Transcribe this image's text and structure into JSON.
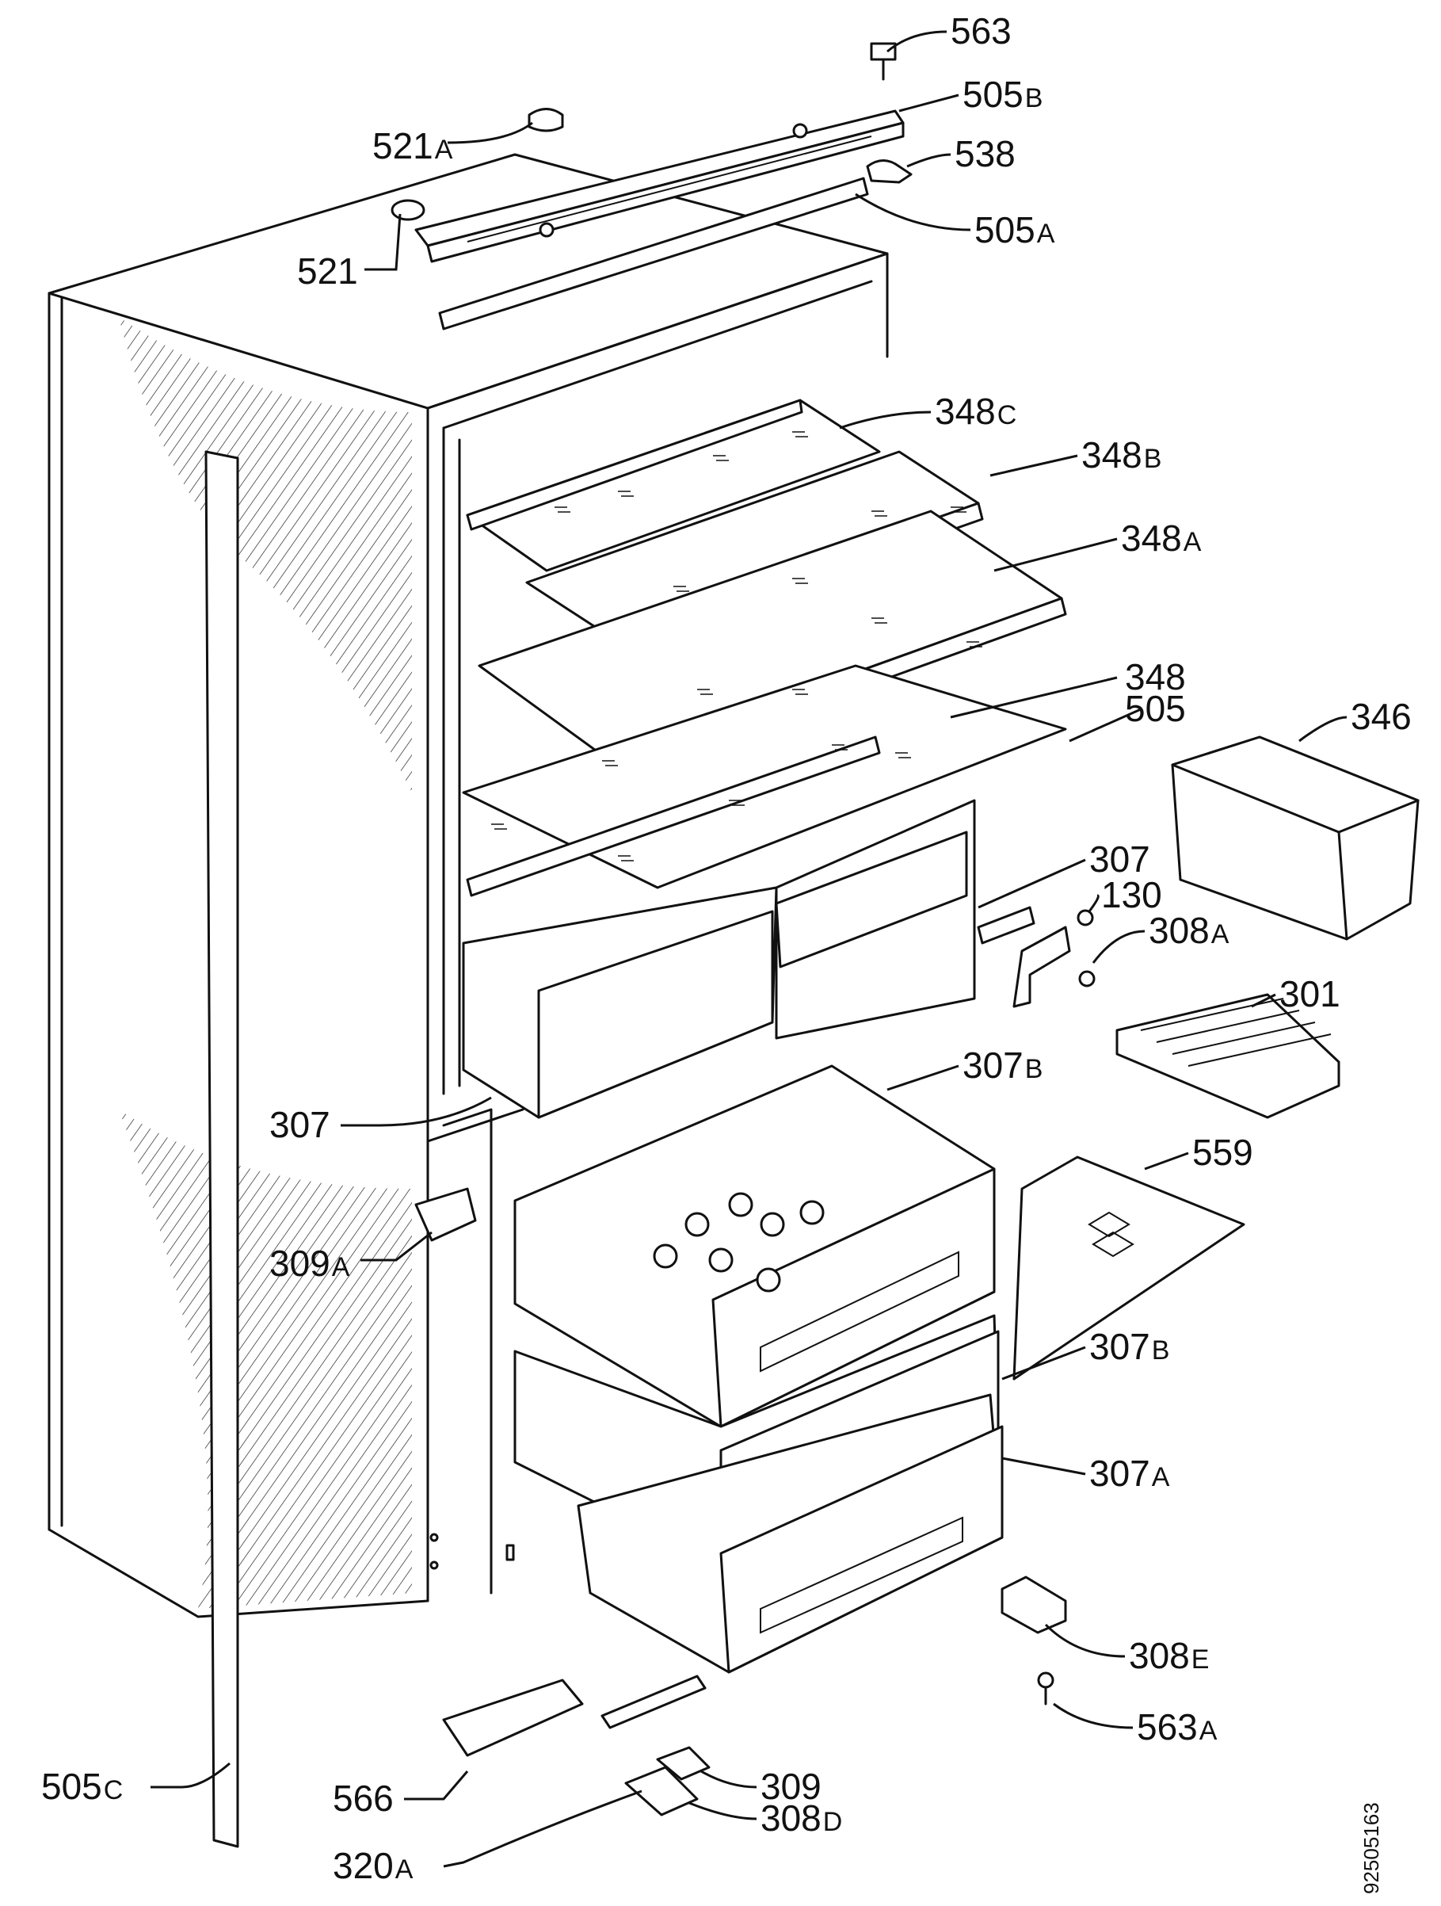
{
  "labels": [
    {
      "id": "563",
      "num": "563",
      "suffix": ""
    },
    {
      "id": "505B",
      "num": "505",
      "suffix": "B"
    },
    {
      "id": "521A",
      "num": "521",
      "suffix": "A"
    },
    {
      "id": "538",
      "num": "538",
      "suffix": ""
    },
    {
      "id": "521",
      "num": "521",
      "suffix": ""
    },
    {
      "id": "505A",
      "num": "505",
      "suffix": "A"
    },
    {
      "id": "348C",
      "num": "348",
      "suffix": "C"
    },
    {
      "id": "348B",
      "num": "348",
      "suffix": "B"
    },
    {
      "id": "348A",
      "num": "348",
      "suffix": "A"
    },
    {
      "id": "348",
      "num": "348",
      "suffix": ""
    },
    {
      "id": "505",
      "num": "505",
      "suffix": ""
    },
    {
      "id": "346",
      "num": "346",
      "suffix": ""
    },
    {
      "id": "307R",
      "num": "307",
      "suffix": ""
    },
    {
      "id": "130",
      "num": "130",
      "suffix": ""
    },
    {
      "id": "308A",
      "num": "308",
      "suffix": "A"
    },
    {
      "id": "301",
      "num": "301",
      "suffix": ""
    },
    {
      "id": "307B1",
      "num": "307",
      "suffix": "B"
    },
    {
      "id": "307L",
      "num": "307",
      "suffix": ""
    },
    {
      "id": "559",
      "num": "559",
      "suffix": ""
    },
    {
      "id": "309A",
      "num": "309",
      "suffix": "A"
    },
    {
      "id": "307B2",
      "num": "307",
      "suffix": "B"
    },
    {
      "id": "307A",
      "num": "307",
      "suffix": "A"
    },
    {
      "id": "308E",
      "num": "308",
      "suffix": "E"
    },
    {
      "id": "563A",
      "num": "563",
      "suffix": "A"
    },
    {
      "id": "505C",
      "num": "505",
      "suffix": "C"
    },
    {
      "id": "566",
      "num": "566",
      "suffix": ""
    },
    {
      "id": "309",
      "num": "309",
      "suffix": ""
    },
    {
      "id": "308D",
      "num": "308",
      "suffix": "D"
    },
    {
      "id": "320A",
      "num": "320",
      "suffix": "A"
    }
  ],
  "document_number": "92505163"
}
